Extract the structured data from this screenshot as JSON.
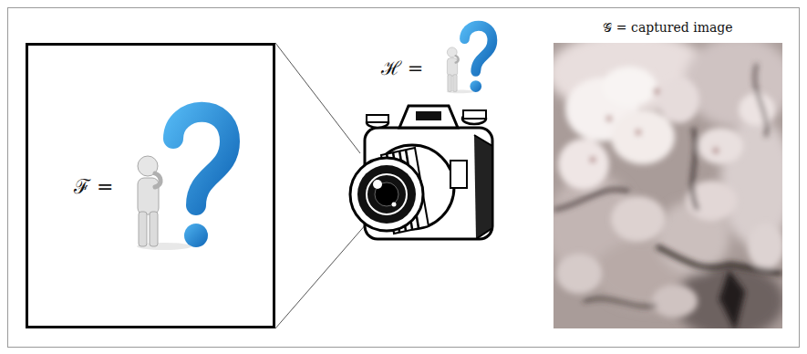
{
  "diagram": {
    "nodes": [
      {
        "text": [
          "ℱ ="
        ]
      },
      {
        "text": [
          "𝒢 = captured image"
        ]
      }
    ],
    "labels": [
      "ℋ ="
    ]
  }
}
